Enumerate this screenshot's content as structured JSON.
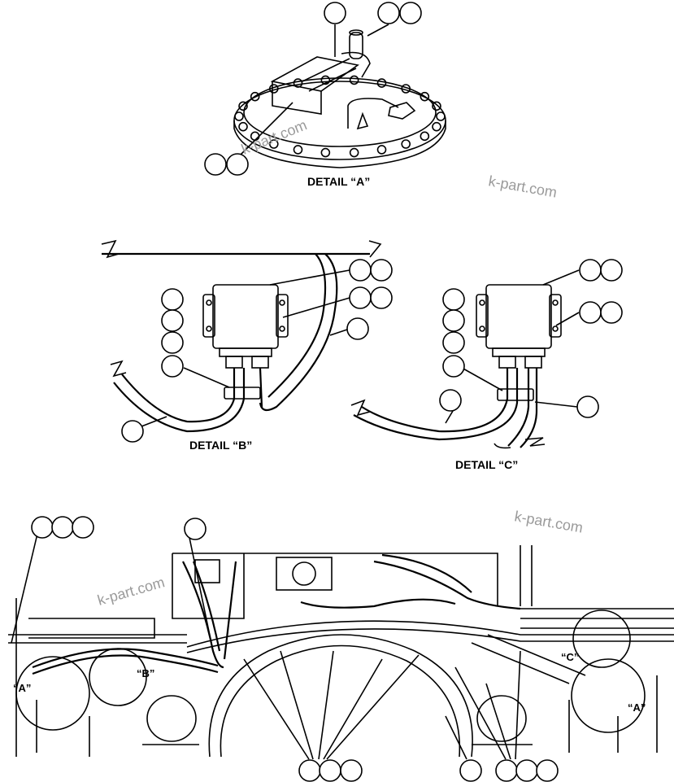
{
  "labels": {
    "detail_a": "DETAIL “A”",
    "detail_b": "DETAIL “B”",
    "detail_c": "DETAIL “C”",
    "ref_a_left": "“A”",
    "ref_b": "“B”",
    "ref_c": "“C”",
    "ref_a_right": "“A”"
  },
  "watermark": "k-part.com",
  "colors": {
    "line": "#000000",
    "background": "#ffffff",
    "watermark": "#9a9a9a"
  }
}
